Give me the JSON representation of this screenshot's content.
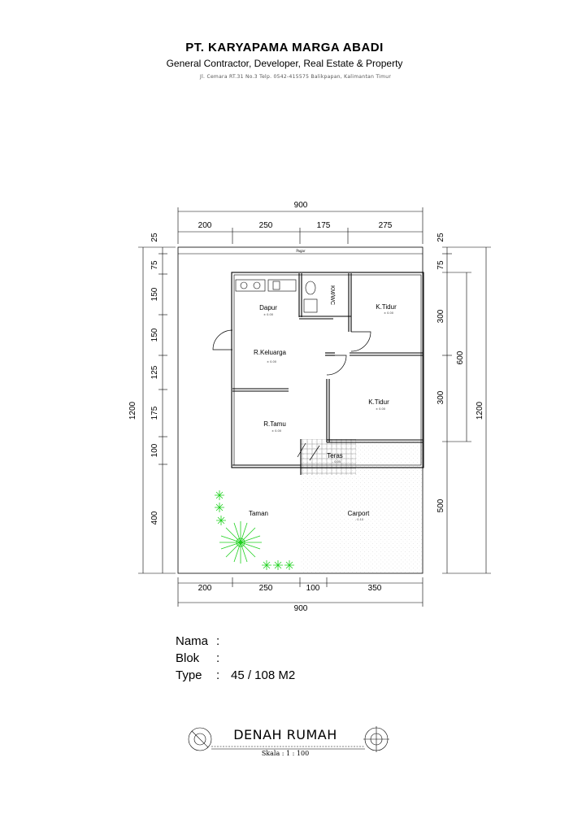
{
  "header": {
    "company": "PT. KARYAPAMA MARGA ABADI",
    "tagline": "General Contractor, Developer, Real Estate & Property",
    "address": "Jl. Cemara RT.31 No.3 Telp. 0542-415575 Balikpapan, Kalimantan Timur"
  },
  "dimensions": {
    "top_total": "900",
    "top_segments": [
      "200",
      "250",
      "175",
      "275"
    ],
    "bottom_segments": [
      "200",
      "250",
      "100",
      "350"
    ],
    "bottom_total": "900",
    "left_total": "1200",
    "left_segments": [
      "25",
      "75",
      "150",
      "150",
      "125",
      "175",
      "100",
      "400"
    ],
    "right_inner": [
      "25",
      "75",
      "300",
      "300",
      "500"
    ],
    "right_mid": "600",
    "right_total": "1200"
  },
  "rooms": {
    "pagar": "Pagar",
    "dapur": "Dapur",
    "kmwc": "KM/WC",
    "ktidur1": "K.Tidur",
    "keluarga": "R.Keluarga",
    "ktidur2": "K.Tidur",
    "tamu": "R.Tamu",
    "teras": "Teras",
    "taman": "Taman",
    "carport": "Carport"
  },
  "elevations": {
    "dapur": "± 0.00",
    "ktidur1": "± 0.00",
    "keluarga": "± 0.00",
    "ktidur2": "± 0.00",
    "tamu": "± 0.00",
    "teras": "- 0.05",
    "carport": "- 0.10"
  },
  "info": {
    "nama_label": "Nama",
    "nama_value": "",
    "blok_label": "Blok",
    "blok_value": "",
    "type_label": "Type",
    "type_value": "45 / 108 M2"
  },
  "footer": {
    "title": "DENAH RUMAH",
    "scale": "Skala  :  1 : 100"
  },
  "colors": {
    "plant": "#1fd11f",
    "line": "#000000"
  }
}
